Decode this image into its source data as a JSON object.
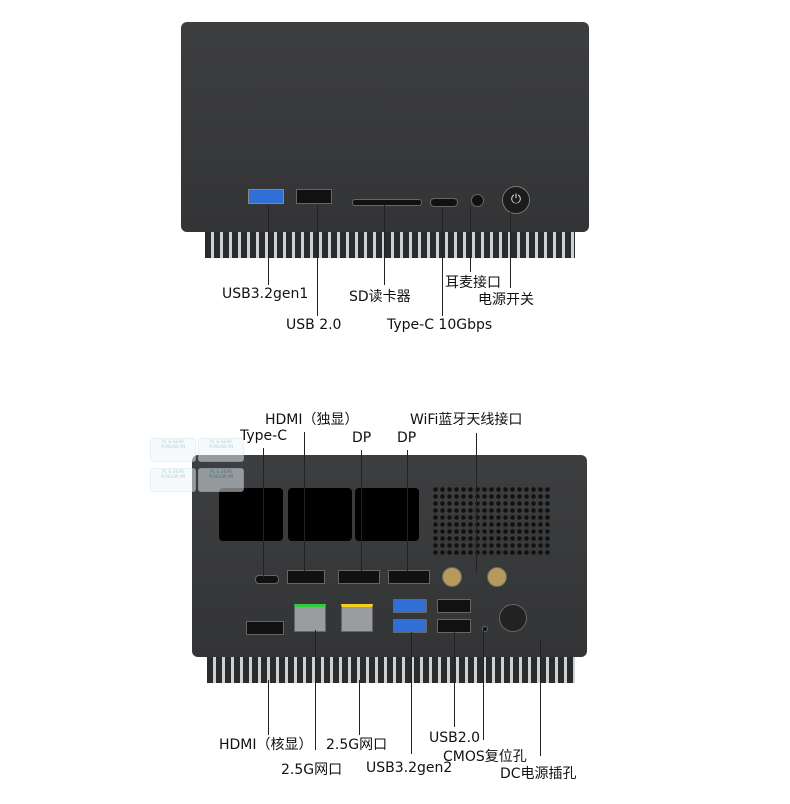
{
  "top_view": {
    "labels": {
      "usb32gen1": "USB3.2gen1",
      "usb20": "USB 2.0",
      "sd": "SD读卡器",
      "typec": "Type-C 10Gbps",
      "audio": "耳麦接口",
      "power": "电源开关"
    }
  },
  "rear_view": {
    "top_labels": {
      "hdmi_dgpu": "HDMI（独显）",
      "typec": "Type-C",
      "dp1": "DP",
      "dp2": "DP",
      "wifi": "WiFi蓝牙天线接口"
    },
    "bottom_labels": {
      "hdmi_igpu": "HDMI（核显）",
      "lan1": "2.5G网口",
      "lan2": "2.5G网口",
      "usb32gen2": "USB3.2gen2",
      "usb20": "USB2.0",
      "cmos": "CMOS复位孔",
      "dc": "DC电源插孔"
    }
  },
  "watermark": {
    "line1": "PC & GEAR",
    "line2": "PCNGON.VN"
  },
  "colors": {
    "body": "#3a3b3d",
    "usb3_blue": "#2f6fd6",
    "lan_led_green": "#2ecc40",
    "lan_led_yellow": "#f2d21a"
  }
}
